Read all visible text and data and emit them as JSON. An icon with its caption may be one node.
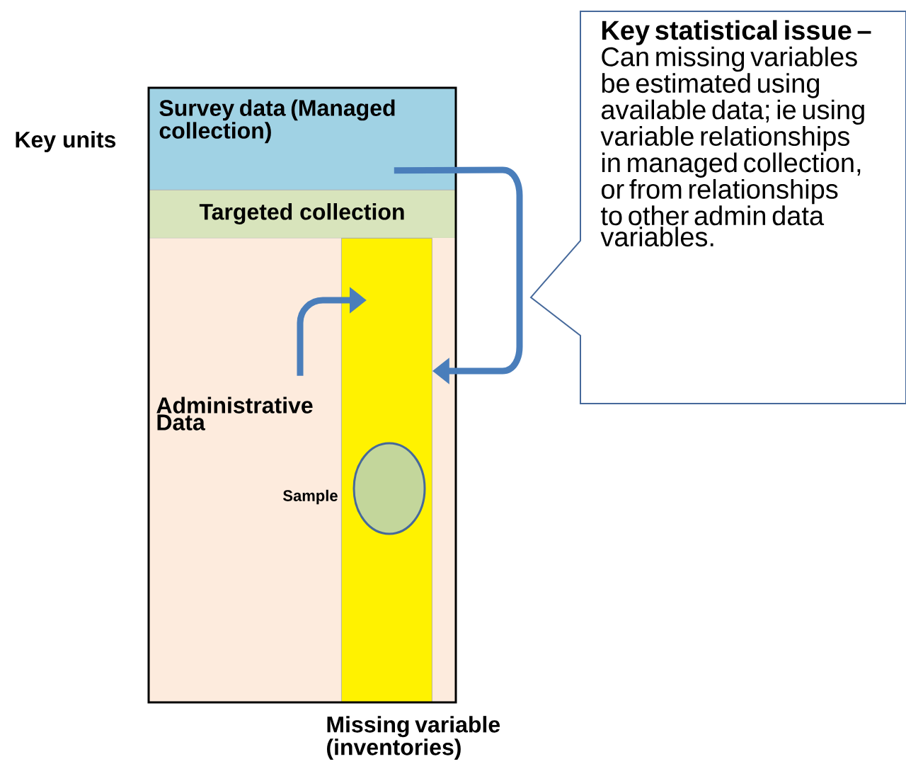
{
  "diagram": {
    "nodes": [
      {
        "text": [
          "Survey data (Managed collection)"
        ]
      },
      {
        "text": [
          "Targeted collection"
        ]
      },
      {
        "text": [
          "Administrative Data"
        ]
      },
      {
        "text": [
          "Missing variable (inventories)"
        ]
      },
      {
        "text": [],
        "shape": "circle",
        "in": 3
      },
      {
        "text": [
          "Key statistical issue –",
          "Can missing variables be estimated using available data; ie using variable relationships in managed collection, or from relationships to other admin data variables."
        ]
      }
    ],
    "edges": [
      {
        "from": 0,
        "to": 3,
        "arrow": "to"
      },
      {
        "from": 2,
        "to": 3,
        "arrow": "to"
      }
    ],
    "labels": [
      "Key units",
      "Sample"
    ]
  }
}
